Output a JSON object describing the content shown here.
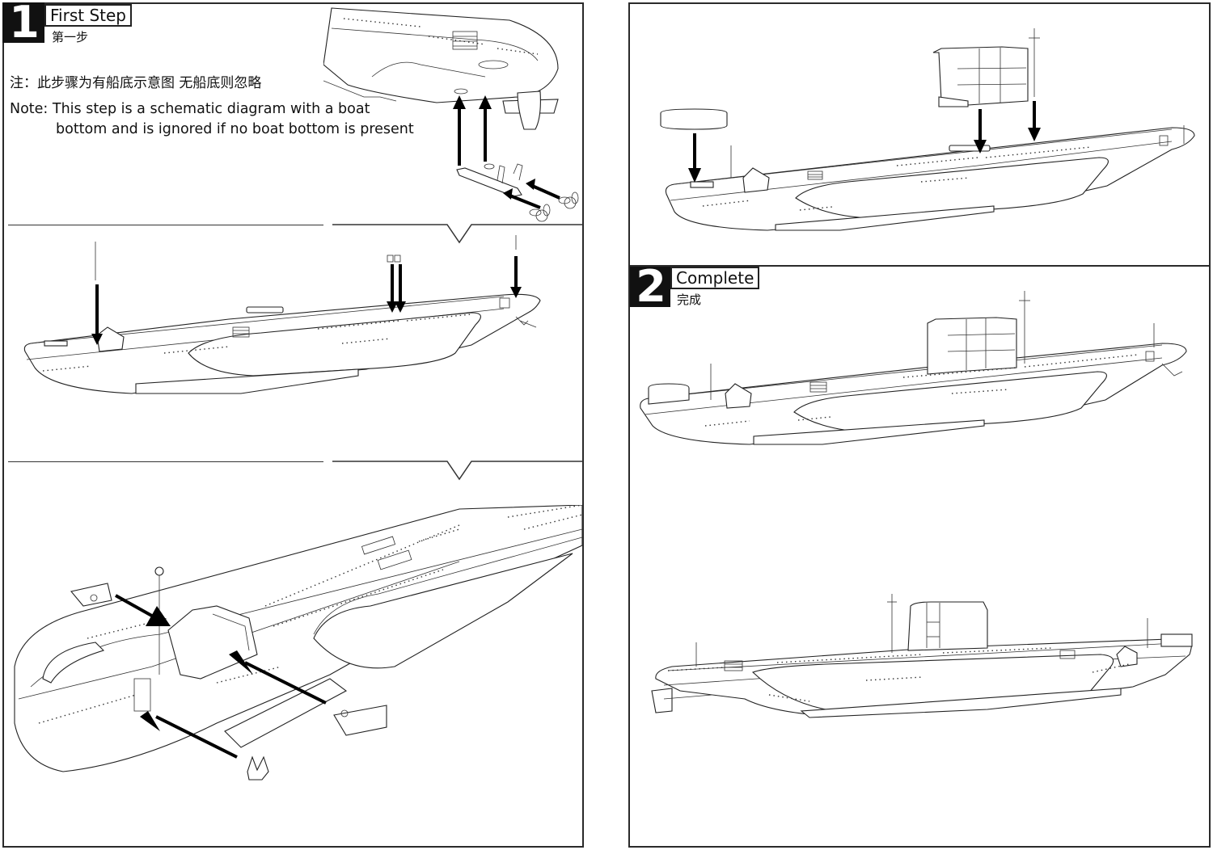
{
  "document": {
    "type": "model-kit-assembly-instructions",
    "subject": "submarine"
  },
  "steps": [
    {
      "number": "1",
      "title_en": "First Step",
      "title_cn": "第一步",
      "note_cn": "注：此步骤为有船底示意图 无船底则忽略",
      "note_en_line1": "Note: This step is a schematic diagram with a boat",
      "note_en_line2": "bottom and is ignored if no boat bottom is present",
      "sub_diagrams": [
        {
          "name": "stern-underside-propellers",
          "arrows": 4,
          "parts": [
            "propeller-shaft-bracket",
            "propeller-left",
            "propeller-right",
            "hull-bottom-plates"
          ]
        },
        {
          "name": "hull-side-antennas",
          "arrows": 4,
          "parts": [
            "bow-antenna-mast",
            "deck-fittings-pair",
            "stern-antenna"
          ]
        },
        {
          "name": "bow-closeup-deck-parts",
          "arrows": 3,
          "parts": [
            "bow-dive-plane-left",
            "bow-dive-plane-right",
            "bow-hatch-bracket",
            "bow-mast"
          ]
        }
      ]
    },
    {
      "number": "",
      "title_en": "",
      "title_cn": "",
      "sub_diagrams": [
        {
          "name": "conning-tower-installation",
          "arrows": 3,
          "parts": [
            "deck-cylinder",
            "conning-tower-sail",
            "periscope-mast"
          ]
        }
      ]
    },
    {
      "number": "2",
      "title_en": "Complete",
      "title_cn": "完成",
      "sub_diagrams": [
        {
          "name": "completed-view-starboard",
          "arrows": 0
        },
        {
          "name": "completed-view-port",
          "arrows": 0
        }
      ]
    }
  ],
  "colors": {
    "ink": "#111111",
    "border": "#2a2a2a",
    "paper": "#ffffff",
    "badge_bg": "#111111",
    "badge_fg": "#ffffff"
  }
}
